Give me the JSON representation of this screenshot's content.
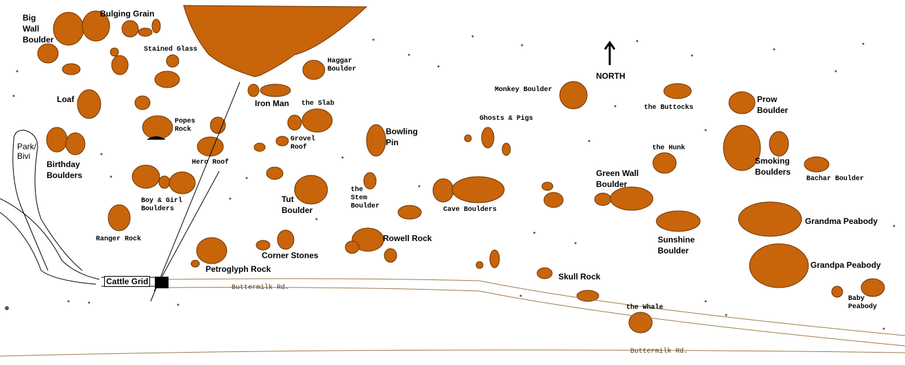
{
  "map": {
    "north_label": "NORTH",
    "roads": [
      "Buttermilk Rd.",
      "Buttermilk Rd."
    ],
    "colors": {
      "boulder": "#c8640a",
      "road": "#a07a4a",
      "outline": "#000000"
    },
    "labels": {
      "big_wall": [
        "Big",
        "Wall",
        "Boulder"
      ],
      "bulging_grain": "Bulging Grain",
      "stained_glass": "Stained Glass",
      "haggar": [
        "Haggar",
        "Boulder"
      ],
      "loaf": "Loaf",
      "park_bivi": [
        "Park/",
        "Bivi"
      ],
      "birthday": [
        "Birthday",
        "Boulders"
      ],
      "popes_rock": [
        "Popes",
        "Rock"
      ],
      "hero_roof": "Hero Roof",
      "iron_man": "Iron Man",
      "the_slab": "the Slab",
      "grovel_roof": [
        "Grovel",
        "Roof"
      ],
      "bowling_pin": [
        "Bowling",
        "Pin"
      ],
      "ghosts_pigs": "Ghosts & Pigs",
      "monkey": "Monkey Boulder",
      "the_buttocks": "the Buttocks",
      "prow": [
        "Prow",
        "Boulder"
      ],
      "the_hunk": "the Hunk",
      "smoking": [
        "Smoking",
        "Boulders"
      ],
      "bachar": "Bachar Boulder",
      "green_wall": [
        "Green Wall",
        "Boulder"
      ],
      "boy_girl": [
        "Boy & Girl",
        "Boulders"
      ],
      "tut": [
        "Tut",
        "Boulder"
      ],
      "the_stem": [
        "the",
        "Stem",
        "Boulder"
      ],
      "cave": "Cave Boulders",
      "grandma": "Grandma Peabody",
      "ranger": "Ranger Rock",
      "rowell": "Rowell Rock",
      "sunshine": [
        "Sunshine",
        "Boulder"
      ],
      "corner_stones": "Corner Stones",
      "petroglyph": "Petroglyph Rock",
      "grandpa": "Grandpa Peabody",
      "cattle_grid": "Cattle Grid",
      "skull": "Skull Rock",
      "baby": [
        "Baby",
        "Peabody"
      ],
      "the_whale": "the Whale"
    }
  }
}
